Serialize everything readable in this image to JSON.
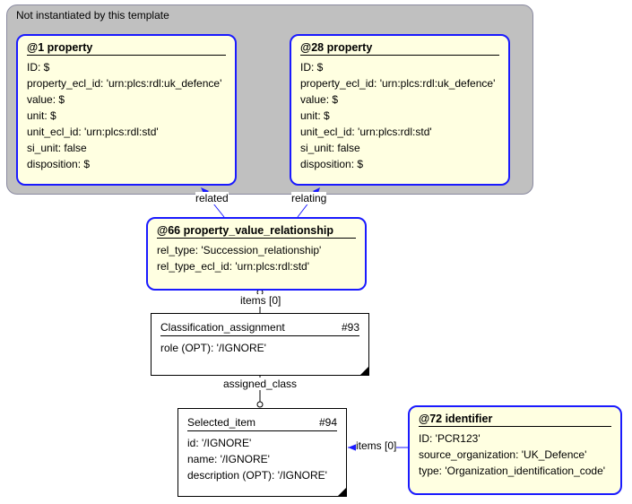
{
  "group": {
    "title": "Not instantiated by this template"
  },
  "entities": [
    {
      "title": "@1 property",
      "lines": [
        "ID: $",
        "property_ecl_id: 'urn:plcs:rdl:uk_defence'",
        "value: $",
        "unit: $",
        "unit_ecl_id: 'urn:plcs:rdl:std'",
        "si_unit: false",
        "disposition: $"
      ]
    },
    {
      "title": "@28 property",
      "lines": [
        "ID: $",
        "property_ecl_id: 'urn:plcs:rdl:uk_defence'",
        "value: $",
        "unit: $",
        "unit_ecl_id: 'urn:plcs:rdl:std'",
        "si_unit: false",
        "disposition: $"
      ]
    },
    {
      "title": "@66 property_value_relationship",
      "lines": [
        "rel_type: 'Succession_relationship'",
        "rel_type_ecl_id: 'urn:plcs:rdl:std'"
      ]
    },
    {
      "title": "@72 identifier",
      "lines": [
        "ID: 'PCR123'",
        "source_organization: 'UK_Defence'",
        "type: 'Organization_identification_code'"
      ]
    }
  ],
  "classes": [
    {
      "name": "Classification_assignment",
      "num": "#93",
      "lines": [
        "role (OPT): '/IGNORE'"
      ]
    },
    {
      "name": "Selected_item",
      "num": "#94",
      "lines": [
        "id: '/IGNORE'",
        "name: '/IGNORE'",
        "description (OPT): '/IGNORE'"
      ]
    }
  ],
  "connectors": {
    "related": "related",
    "relating": "relating",
    "items1": "items [0]",
    "assigned_class": "assigned_class",
    "items2": "items [0]"
  }
}
